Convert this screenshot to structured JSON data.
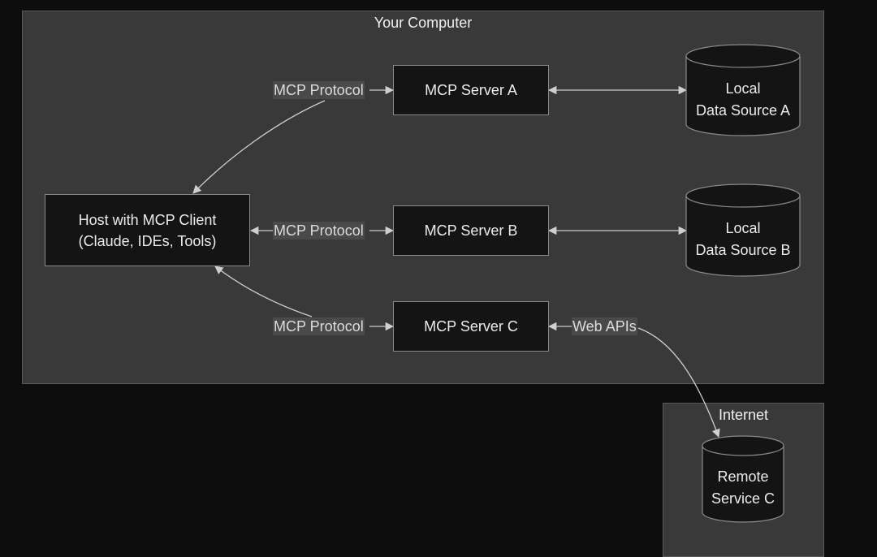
{
  "clusters": {
    "computer": {
      "title": "Your Computer"
    },
    "internet": {
      "title": "Internet"
    }
  },
  "nodes": {
    "host": {
      "line1": "Host with MCP Client",
      "line2": "(Claude, IDEs, Tools)"
    },
    "server_a": {
      "label": "MCP Server A"
    },
    "server_b": {
      "label": "MCP Server B"
    },
    "server_c": {
      "label": "MCP Server C"
    },
    "source_a": {
      "line1": "Local",
      "line2": "Data Source A"
    },
    "source_b": {
      "line1": "Local",
      "line2": "Data Source B"
    },
    "remote_c": {
      "line1": "Remote",
      "line2": "Service C"
    }
  },
  "edges": {
    "host_a": "MCP Protocol",
    "host_b": "MCP Protocol",
    "host_c": "MCP Protocol",
    "web_apis": "Web APIs"
  },
  "colors": {
    "background": "#0d0d0d",
    "cluster_fill": "#393939",
    "node_fill": "#141414",
    "node_border": "#8a8a8a",
    "edge": "#cfcfcf",
    "edge_label_bg": "#4a4a4a"
  }
}
